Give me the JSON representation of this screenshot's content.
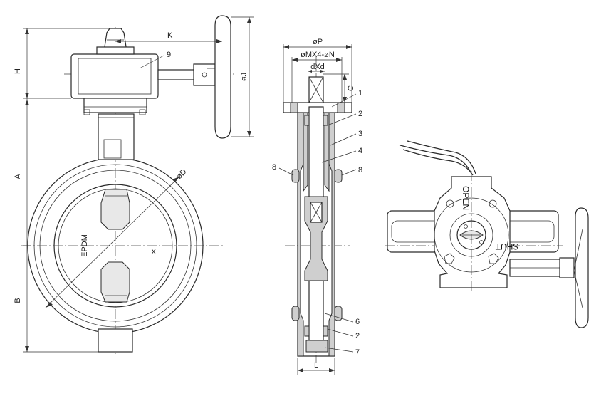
{
  "front_view": {
    "dims": {
      "k": "K",
      "h": "H",
      "a": "A",
      "b": "B",
      "d": "øD",
      "j": "øJ"
    },
    "part_labels": {
      "p9": "9"
    },
    "seat_text": "EPDM",
    "center_text": "X"
  },
  "side_view": {
    "dims": {
      "p": "øP",
      "mxn": "øMX4-øN",
      "dxd": "dXd",
      "c": "C",
      "l": "L"
    },
    "part_labels": [
      "1",
      "2",
      "3",
      "4",
      "8",
      "8",
      "6",
      "2",
      "7"
    ]
  },
  "actuator_view": {
    "open_text": "OPEN",
    "shut_text": "SHUT"
  },
  "colors": {
    "line": "#2a2a2a",
    "shade": "#cfcfcf",
    "background": "#ffffff"
  }
}
